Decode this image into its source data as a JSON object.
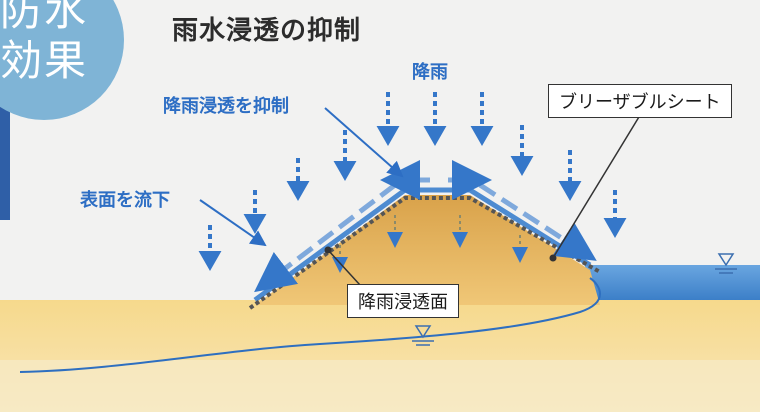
{
  "badge": {
    "line1": "防水",
    "line2": "効果"
  },
  "title": "雨水浸透の抑制",
  "labels": {
    "rain": "降雨",
    "suppress": "降雨浸透を抑制",
    "surface_flow": "表面を流下",
    "sheet": "ブリーザブルシート",
    "infiltration_surface": "降雨浸透面"
  },
  "colors": {
    "badge": "#7fb4d6",
    "band": "#2f5fa7",
    "arrow_blue": "#3577c9",
    "label_blue": "#2d6ec4",
    "sand": "#f4d27e",
    "embankment": "#e6b55c",
    "water": "#4f8fd0",
    "phreatic_line": "#2e6fc0",
    "sheet": "#555555"
  },
  "icons": [
    "water-level-icon",
    "water-level-icon"
  ]
}
